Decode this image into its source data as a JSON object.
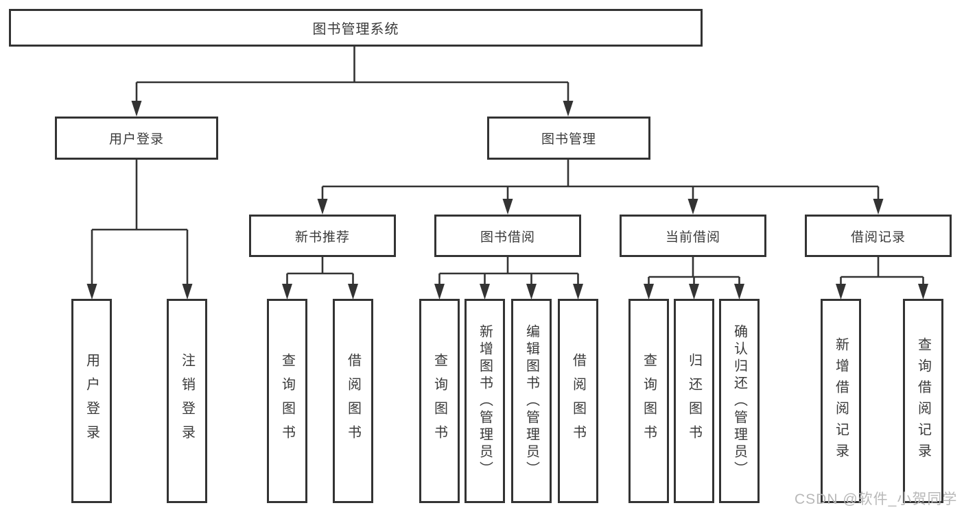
{
  "diagram": {
    "type": "tree",
    "root": {
      "label": "图书管理系统",
      "children": [
        {
          "label": "用户登录",
          "children": [
            {
              "label": "用户登录"
            },
            {
              "label": "注销登录"
            }
          ]
        },
        {
          "label": "图书管理",
          "children": [
            {
              "label": "新书推荐",
              "children": [
                {
                  "label": "查询图书"
                },
                {
                  "label": "借阅图书"
                }
              ]
            },
            {
              "label": "图书借阅",
              "children": [
                {
                  "label": "查询图书"
                },
                {
                  "label": "新增图书（管理员）"
                },
                {
                  "label": "编辑图书（管理员）"
                },
                {
                  "label": "借阅图书"
                }
              ]
            },
            {
              "label": "当前借阅",
              "children": [
                {
                  "label": "查询图书"
                },
                {
                  "label": "归还图书"
                },
                {
                  "label": "确认归还（管理员）"
                }
              ]
            },
            {
              "label": "借阅记录",
              "children": [
                {
                  "label": "新增借阅记录"
                },
                {
                  "label": "查询借阅记录"
                }
              ]
            }
          ]
        }
      ]
    },
    "colors": {
      "line": "#333333",
      "box_border": "#333333",
      "text": "#3a3a3a",
      "background": "#ffffff",
      "watermark": "#b8b8b8"
    }
  },
  "watermark": {
    "text": "CSDN @软件_小贺同学"
  }
}
